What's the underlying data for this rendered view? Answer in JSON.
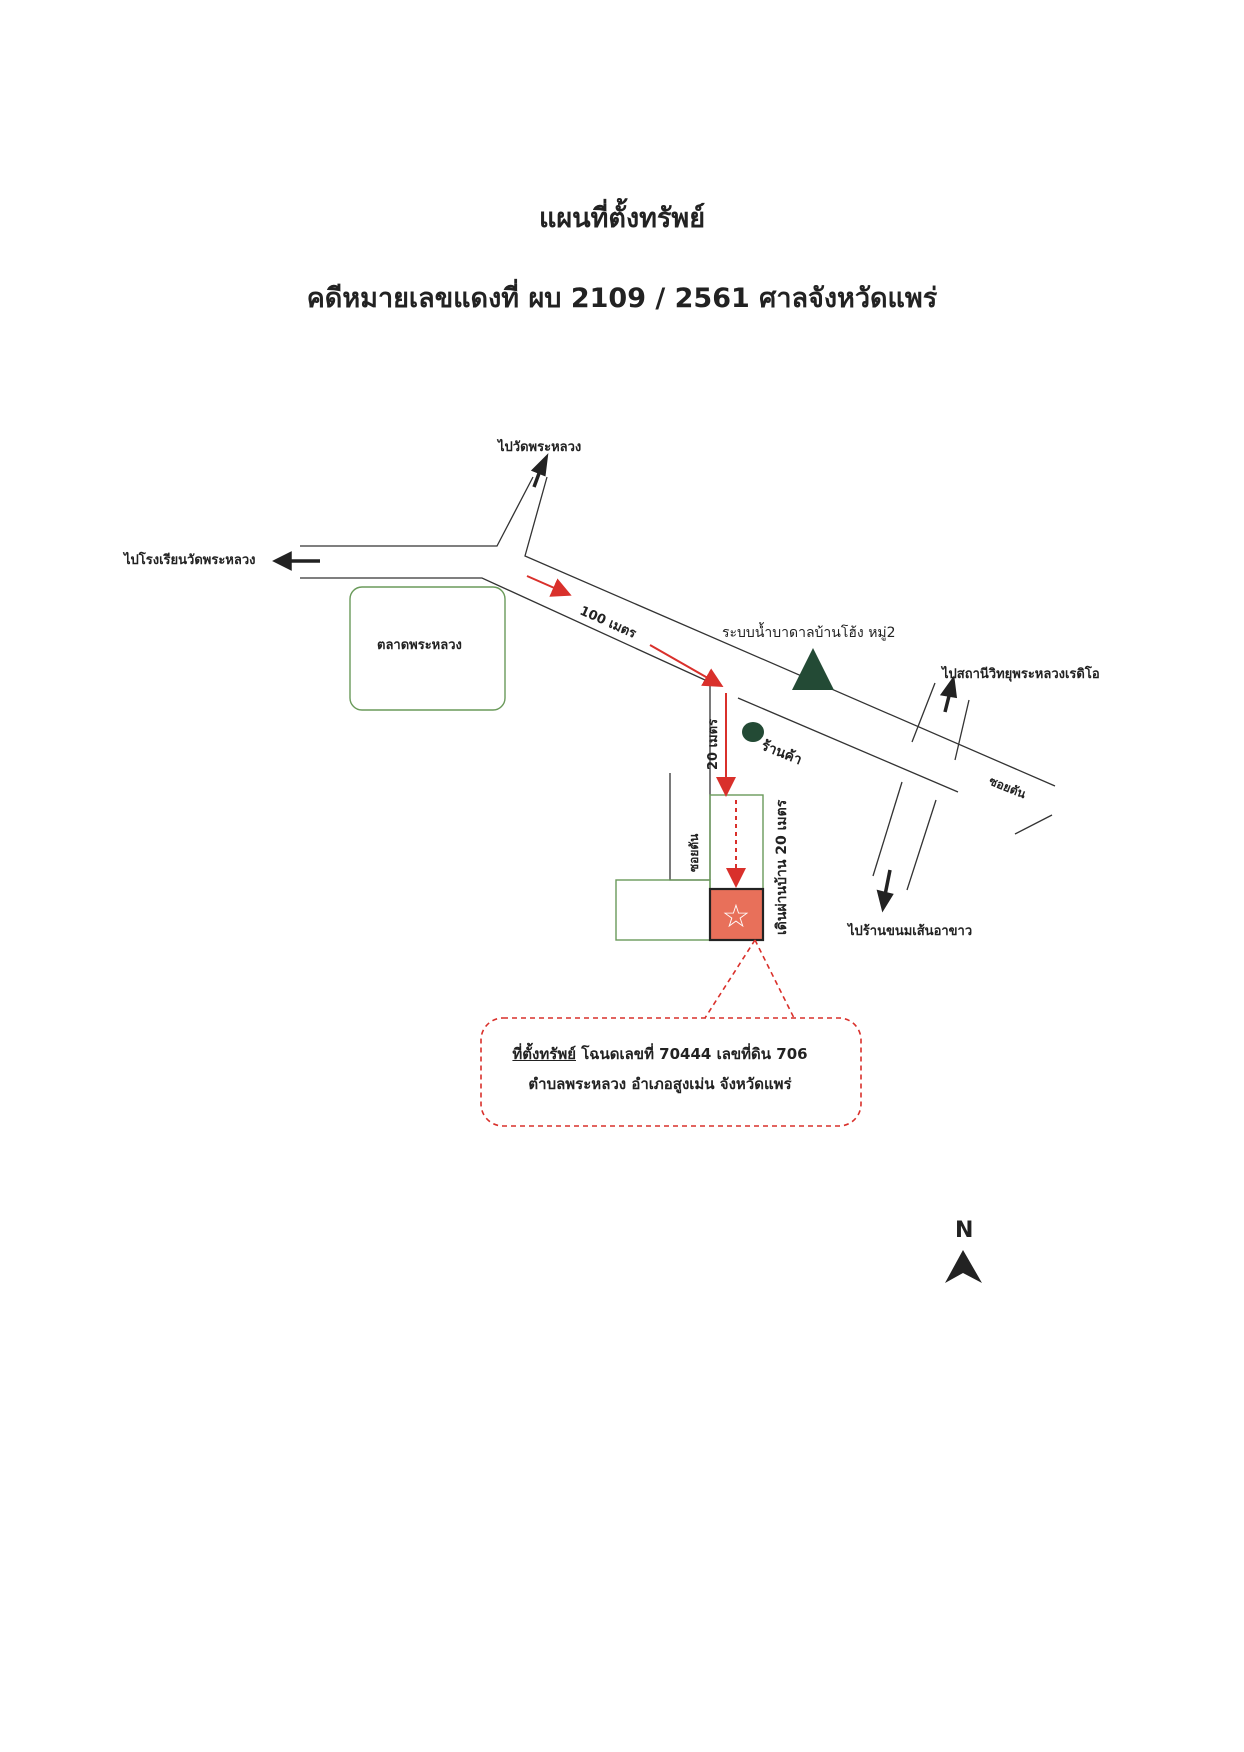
{
  "header": {
    "title": "แผนที่ตั้งทรัพย์",
    "case_line": "คดีหมายเลขแดงที่  ผบ 2109 / 2561  ศาลจังหวัดแพร่"
  },
  "map": {
    "labels": {
      "to_wat": "ไปวัดพระหลวง",
      "to_school": "ไปโรงเรียนวัดพระหลวง",
      "market": "ตลาดพระหลวง",
      "dist_100": "100 เมตร",
      "water": "ระบบน้ำบาดาลบ้านโฮ้ง หมู่2",
      "to_radio": "ไปสถานีวิทยุพระหลวงเรดิโอ",
      "dist_20": "20 เมตร",
      "shop": "ร้านค้า",
      "dead_end_right": "ซอยตัน",
      "dead_end_left": "ซอยตัน",
      "walk_20": "เดินผ่านบ้าน 20 เมตร",
      "to_khanom": "ไปร้านขนมเส้นอาขาว"
    },
    "colors": {
      "road": "#333333",
      "route_arrow": "#d9302b",
      "property_fill": "#e8705a",
      "green_outline": "#6a9a5a",
      "landmark": "#234a35"
    }
  },
  "callout": {
    "label": "ที่ตั้งทรัพย์",
    "line1_rest": " โฉนดเลขที่ 70444 เลขที่ดิน 706",
    "line2": "ตำบลพระหลวง อำเภอสูงเม่น จังหวัดแพร่"
  },
  "compass": {
    "north": "N"
  }
}
